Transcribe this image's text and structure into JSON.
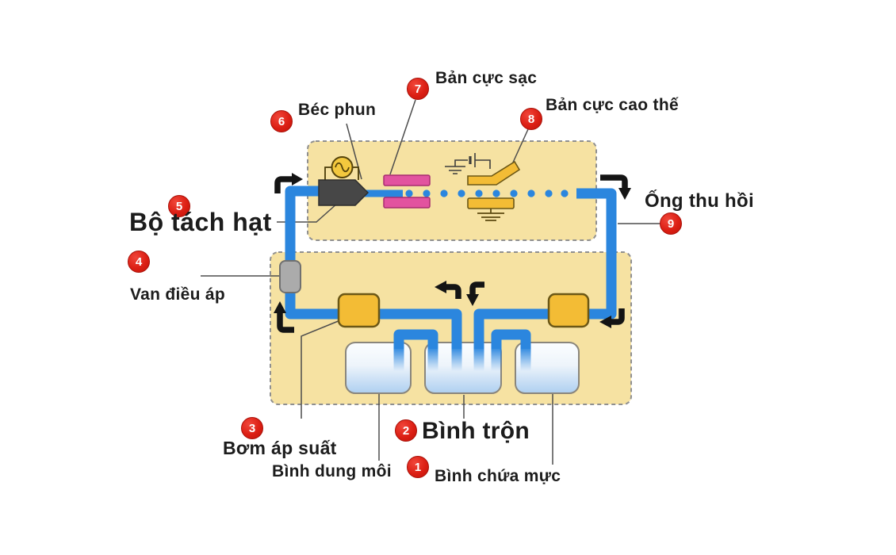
{
  "diagram": {
    "type": "continuous-inkjet-printer-system-diagram",
    "labels": {
      "bec_phun": "Béc phun",
      "ban_cuc_sac": "Bản cực sạc",
      "ban_cuc_cao_the": "Bản cực cao thế",
      "bo_tach_hat": "Bộ tách hạt",
      "van_dieu_ap": "Van điều áp",
      "ong_thu_hoi": "Ống thu hồi",
      "bom_ap_suat": "Bơm áp suất",
      "binh_tron": "Bình trộn",
      "binh_dung_moi": "Bình dung môi",
      "binh_chua_muc": "Bình chứa mực"
    },
    "callout_numbers": {
      "n1": "1",
      "n2": "2",
      "n3": "3",
      "n4": "4",
      "n5": "5",
      "n6": "6",
      "n7": "7",
      "n8": "8",
      "n9": "9"
    },
    "colors": {
      "background": "#ffffff",
      "enclosure_fill": "#f6e2a2",
      "enclosure_border": "#8f8f8f",
      "pipe_blue": "#2b86de",
      "equipment_yellow": "#f3bc35",
      "equipment_yellow_border": "#6b5716",
      "charging_plate_pink": "#e2539f",
      "valve_gray": "#ababab",
      "nozzle_dark": "#474747",
      "callout_red": "#e2231a",
      "text_black": "#1c1c1c",
      "tank_blue_bottom": "#aecff0"
    },
    "icon_legend": {
      "ac_source_icon": "circle with sine wave (vibration source on nozzle)",
      "ground_icon": "electrical ground symbol",
      "flow_arrow_icon": "black elbow arrows showing ink flow direction",
      "droplet_stream_icon": "dotted blue line of ink droplets"
    }
  }
}
